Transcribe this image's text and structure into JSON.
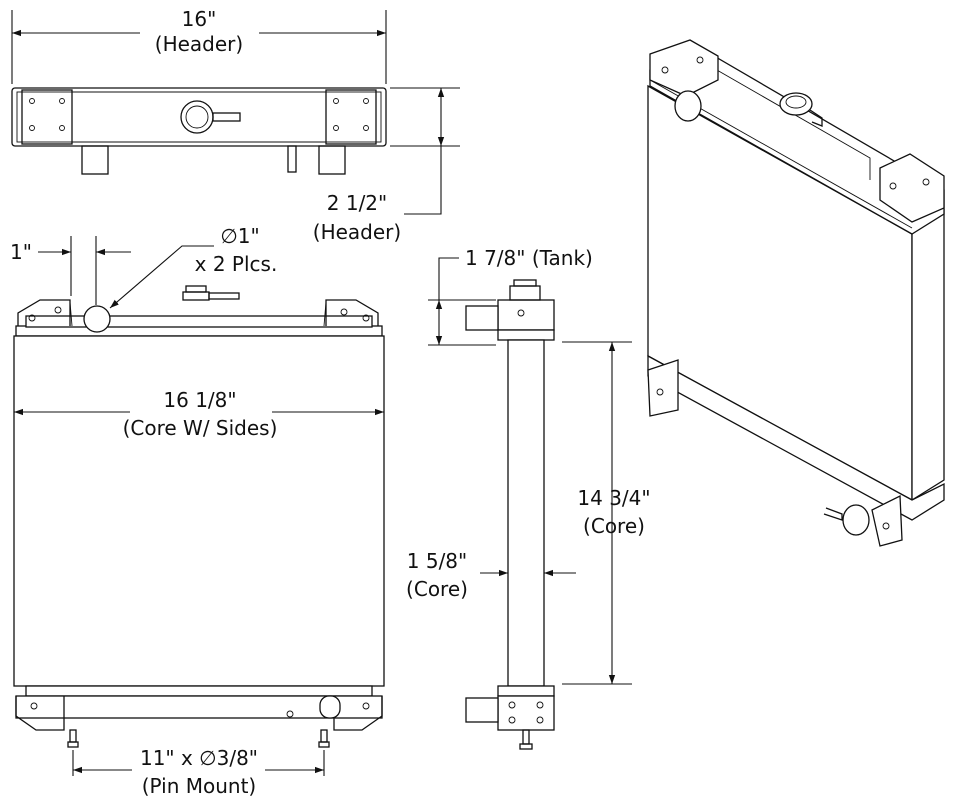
{
  "dimensions": {
    "header_width": {
      "value": "16\"",
      "note": "(Header)"
    },
    "header_height": {
      "value": "2 1/2\"",
      "note": "(Header)"
    },
    "inlet_offset": {
      "value": "1\""
    },
    "inlet_diameter": {
      "value": "∅1\"",
      "note": "x 2 Plcs."
    },
    "core_width": {
      "value": "16 1/8\"",
      "note": "(Core W/ Sides)"
    },
    "tank_depth": {
      "value": "1 7/8\" (Tank)"
    },
    "core_height": {
      "value": "14 3/4\"",
      "note": "(Core)"
    },
    "core_depth": {
      "value": "1 5/8\"",
      "note": "(Core)"
    },
    "pin_mount": {
      "value": "11\" x ∅3/8\"",
      "note": "(Pin Mount)"
    }
  },
  "views": [
    "top-view",
    "front-view",
    "side-view",
    "isometric-view"
  ]
}
